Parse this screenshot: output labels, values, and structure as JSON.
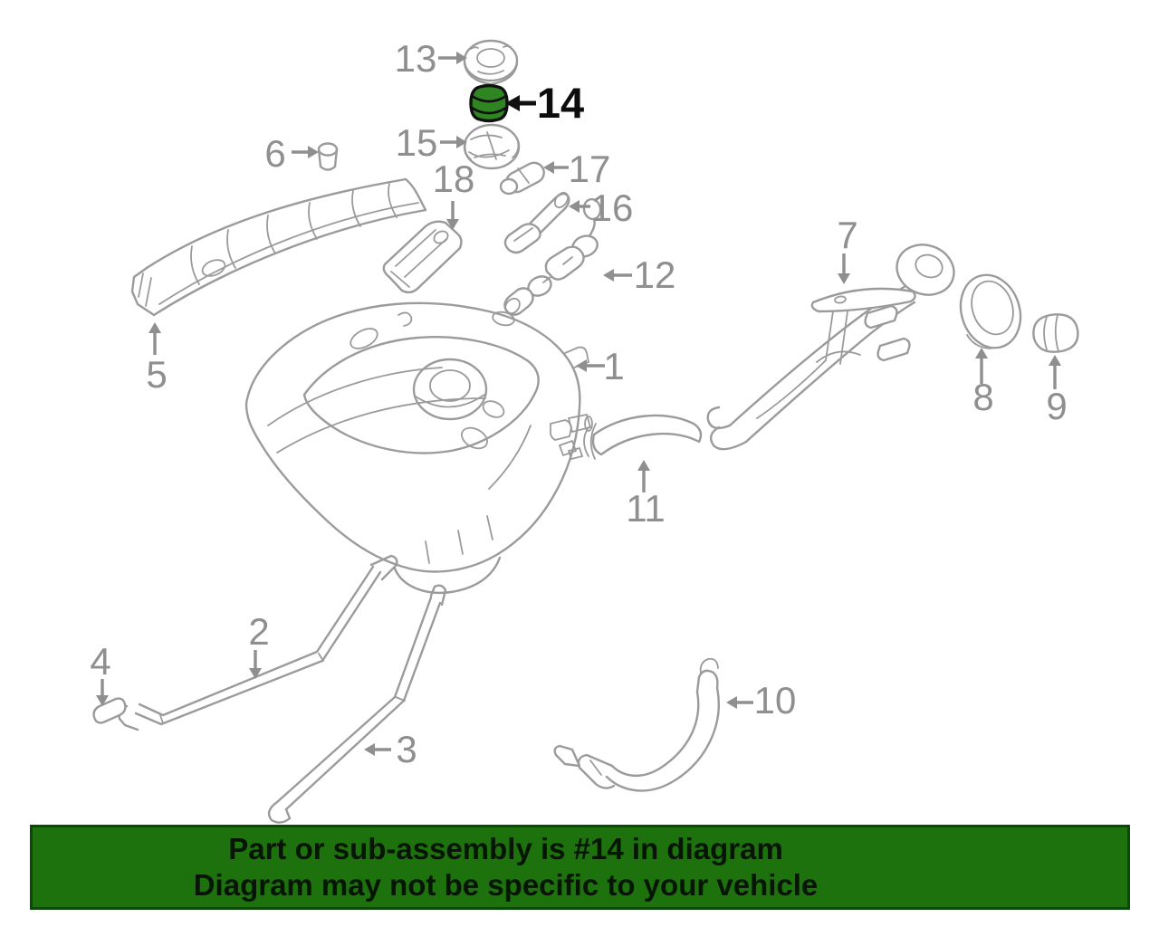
{
  "colors": {
    "banner_bg": "#1d720e",
    "banner_border": "#0a4a06",
    "banner_text": "#071505",
    "part_green": "#2e8522",
    "line_gray": "#9b9b9b",
    "label_gray": "#8f8f8f",
    "ink": "#111111"
  },
  "banner": {
    "line1": "Part or sub-assembly is #14 in diagram",
    "line2": "Diagram may not be specific to your vehicle"
  },
  "highlight": {
    "part_number": "14"
  },
  "labels": {
    "n1": "1",
    "n2": "2",
    "n3": "3",
    "n4": "4",
    "n5": "5",
    "n6": "6",
    "n7": "7",
    "n8": "8",
    "n9": "9",
    "n10": "10",
    "n11": "11",
    "n12": "12",
    "n13": "13",
    "n14": "14",
    "n15": "15",
    "n16": "16",
    "n17": "17",
    "n18": "18"
  }
}
